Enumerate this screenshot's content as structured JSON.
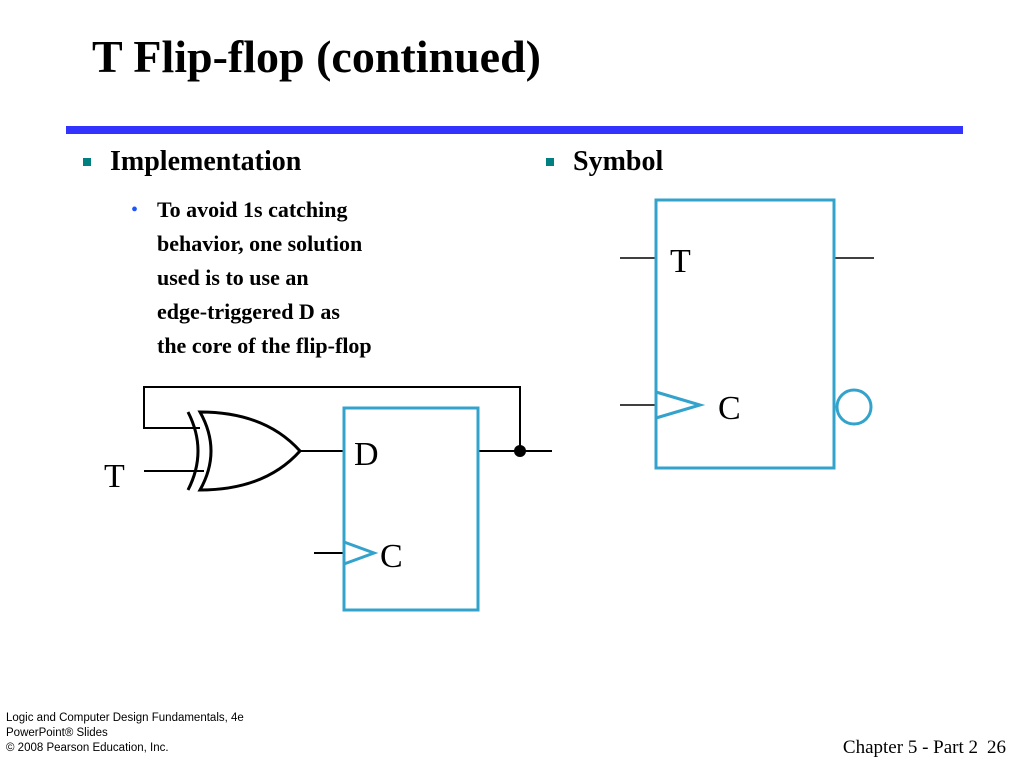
{
  "slide": {
    "title": "T Flip-flop (continued)",
    "accent_color": "#3333ff",
    "bullet_color": "#008080"
  },
  "left": {
    "heading": "Implementation",
    "sub_bullet_lines": [
      "To avoid 1s catching",
      "behavior, one solution",
      "used is to use an",
      "edge-triggered D as",
      "the core of the flip-flop"
    ],
    "diagram_labels": {
      "input": "T",
      "d": "D",
      "c": "C"
    }
  },
  "right": {
    "heading": "Symbol",
    "symbol_labels": {
      "t": "T",
      "c": "C"
    }
  },
  "footer": {
    "book_lines": [
      "Logic and Computer Design Fundamentals, 4e",
      "PowerPoint",
      "® Slides",
      "© 2008 Pearson Education, Inc."
    ],
    "chapter": "Chapter 5 - Part 2",
    "page": "26"
  }
}
